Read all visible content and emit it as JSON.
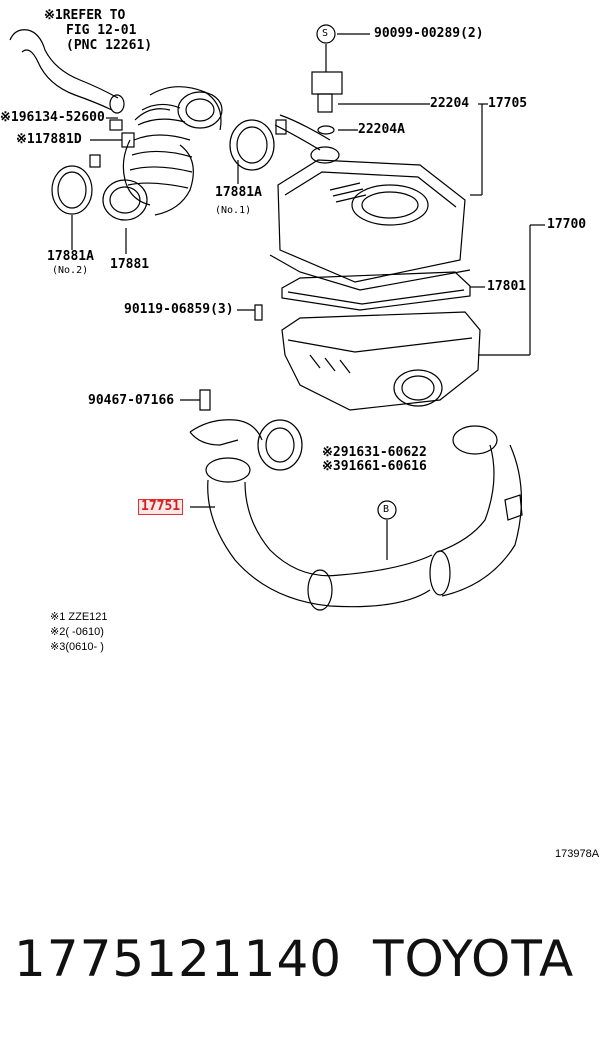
{
  "labels": {
    "refer_line1": "※1REFER TO",
    "refer_line2": "FIG 12-01",
    "refer_line3": "(PNC 12261)",
    "p90099": "90099-00289(2)",
    "p22204": "22204",
    "p17705": "17705",
    "p22204a": "22204A",
    "p196134": "※196134-52600",
    "p117881d": "※117881D",
    "p17881a_1": "17881A",
    "no1": "(No.1)",
    "p17700": "17700",
    "p17881a_2": "17881A",
    "no2": "(No.2)",
    "p17881": "17881",
    "p17801": "17801",
    "p90119": "90119-06859(3)",
    "p90467": "90467-07166",
    "p291631": "※291631-60622",
    "p391661": "※391661-60616",
    "p17751": "17751",
    "marker_s": "S",
    "marker_b": "B"
  },
  "notes": {
    "n1": "※1 ZZE121",
    "n2": "※2(    -0610)",
    "n3": "※3(0610-    )"
  },
  "diagram_ref": "173978A",
  "footer": {
    "part_number": "1775121140",
    "brand": "TOYOTA"
  }
}
